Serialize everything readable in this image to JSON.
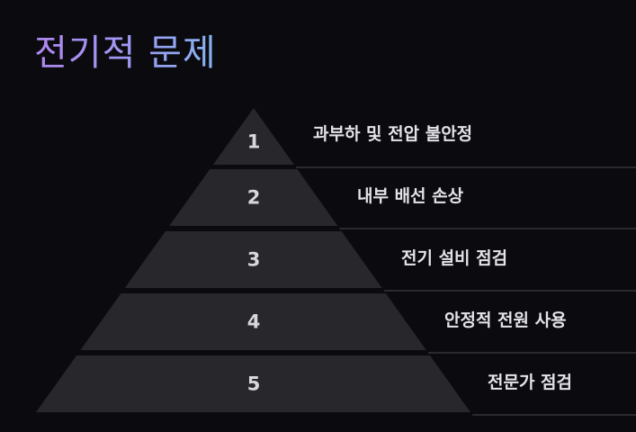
{
  "title": "전기적 문제",
  "levels": [
    {
      "number": "1",
      "label": "과부하 및 전압 불안정"
    },
    {
      "number": "2",
      "label": "내부 배선 손상"
    },
    {
      "number": "3",
      "label": "전기 설비 점검"
    },
    {
      "number": "4",
      "label": "안정적 전원 사용"
    },
    {
      "number": "5",
      "label": "전문가 점검"
    }
  ],
  "colors": {
    "background": "#0b0a0e",
    "level_fill": "#28272c",
    "separator": "#2a292e",
    "title_gradient_start": "#b087f0",
    "title_gradient_end": "#86b4ef"
  }
}
